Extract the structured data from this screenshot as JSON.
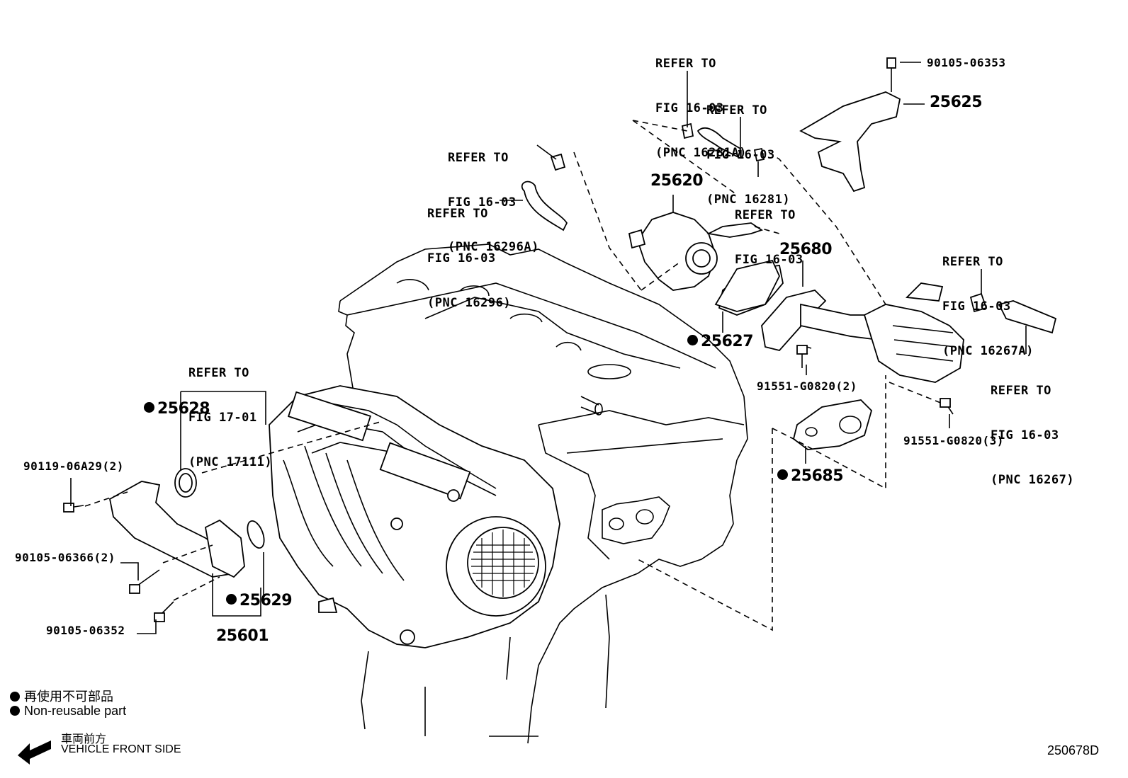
{
  "refs": {
    "r16281a": {
      "line1": "REFER TO",
      "line2": "FIG 16-03",
      "pnc": "(PNC 16281A)"
    },
    "r16281": {
      "line1": "REFER TO",
      "line2": "FIG 16-03",
      "pnc": "(PNC 16281)"
    },
    "r16296a": {
      "line1": "REFER TO",
      "line2": "FIG 16-03",
      "pnc": "(PNC 16296A)"
    },
    "r16296": {
      "line1": "REFER TO",
      "line2": "FIG 16-03",
      "pnc": "(PNC 16296)"
    },
    "r1603b": {
      "line1": "REFER TO",
      "line2": "FIG 16-03"
    },
    "r16267a": {
      "line1": "REFER TO",
      "line2": "FIG 16-03",
      "pnc": "(PNC 16267A)"
    },
    "r16267": {
      "line1": "REFER TO",
      "line2": "FIG 16-03",
      "pnc": "(PNC 16267)"
    },
    "r17111": {
      "line1": "REFER TO",
      "line2": "FIG 17-01",
      "pnc": "(PNC 17111)"
    }
  },
  "parts": {
    "p90105_06353": "90105-06353",
    "p25625": "25625",
    "p25620": "25620",
    "p25680": "25680",
    "p25627": "25627",
    "p91551_g0820_2": "91551-G0820(2)",
    "p91551_g0820_3": "91551-G0820(3)",
    "p25685": "25685",
    "p25628": "25628",
    "p90119_06a29_2": "90119-06A29(2)",
    "p90105_06366_2": "90105-06366(2)",
    "p25629": "25629",
    "p25601": "25601",
    "p90105_06352": "90105-06352"
  },
  "legend": {
    "jp": "再使用不可部品",
    "en": "Non-reusable part"
  },
  "direction": {
    "jp": "車両前方",
    "en": "VEHICLE FRONT SIDE"
  },
  "diagram_code": "250678D"
}
